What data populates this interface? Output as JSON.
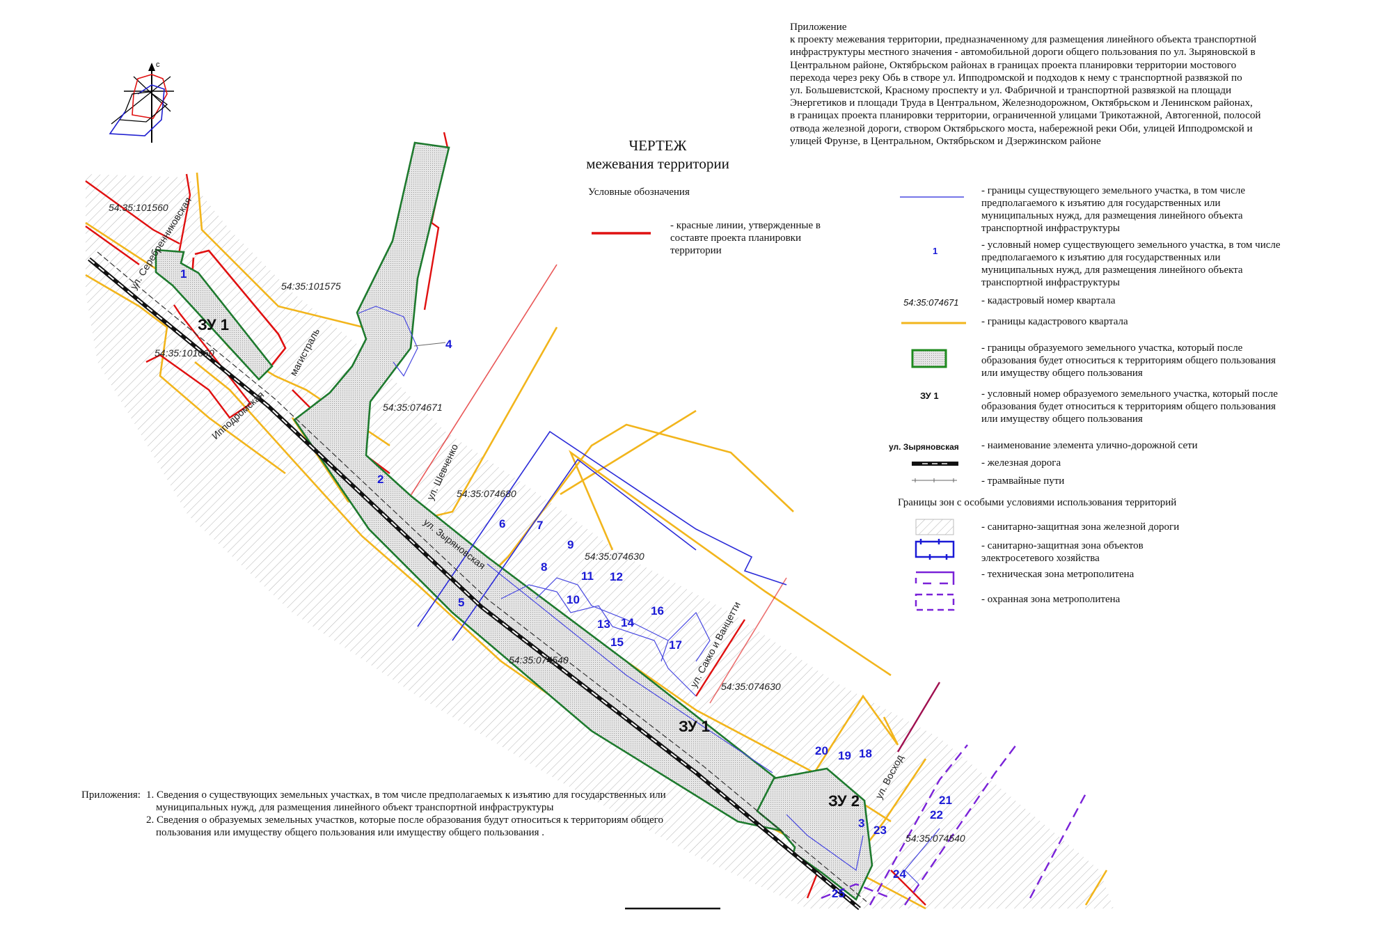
{
  "appendix": {
    "heading": "Приложение",
    "lines": [
      "к проекту межевания территории, предназначенному для размещения линейного объекта транспортной",
      "инфраструктуры местного значения - автомобильной дороги общего пользования по ул. Зыряновской в",
      "Центральном районе, Октябрьском районах в границах   проекта  планировки  территории мостового",
      "перехода через реку Обь в створе ул. Ипподромской и подходов к нему с транспортной развязкой   по",
      "ул. Большевистской, Красному  проспекту  и ул. Фабричной и транспортной   развязкой  на площади",
      "Энергетиков и площади Труда в Центральном, Железнодорожном, Октябрьском и Ленинском районах,",
      "в границах проекта планировки территории, ограниченной улицами Трикотажной, Автогенной, полосой",
      "отвода железной дороги, створом Октябрьского моста, набережной реки Оби,  улицей Ипподромской и",
      "улицей Фрунзе, в Центральном, Октябрьском и Дзержинском районе"
    ]
  },
  "title": {
    "line1": "ЧЕРТЕЖ",
    "line2": "межевания территории"
  },
  "legend": {
    "heading": "Условные обозначения",
    "zones_heading": "Границы зон с особыми условиями использования территорий",
    "items": [
      {
        "id": "red-lines",
        "text": "- красные линии, утвержденные в составте проекта планировки территории",
        "color": "#e01010"
      },
      {
        "id": "existing-parcel-border",
        "text": "- границы существующего земельного участка, в том числе предполагаемого к изъятию для государственных или муниципальных нужд, для размещения линейного объекта транспортной инфраструктуры",
        "color": "#4848e0"
      },
      {
        "id": "existing-parcel-number",
        "sample": "1",
        "text": "- условный номер существующего земельного участка, в том числе предполагаемого к изъятию для государственных или муниципальных нужд, для размещения линейного объекта транспортной инфраструктуры"
      },
      {
        "id": "cadastral-number",
        "sample": "54:35:074671",
        "text": "- кадастровый номер квартала"
      },
      {
        "id": "cadastral-border",
        "text": "- границы кадастрового квартала",
        "color": "#f2b51c"
      },
      {
        "id": "new-parcel-border",
        "text": "- границы образуемого земельного участка, который после образования будет относиться к территориям общего пользования или имуществу общего пользования",
        "color": "#1e8a1e"
      },
      {
        "id": "new-parcel-number",
        "sample": "ЗУ 1",
        "text": "- условный номер образуемого земельного участка, который после образования будет относиться к территориям общего пользования или имуществу общего пользования"
      },
      {
        "id": "street-name",
        "sample": "ул. Зыряновская",
        "text": "- наименование элемента улично-дорожной сети"
      },
      {
        "id": "railway",
        "text": "- железная дорога"
      },
      {
        "id": "tram",
        "text": "- трамвайные пути"
      },
      {
        "id": "rail-sanitary",
        "text": "- санитарно-защитная зона железной дороги"
      },
      {
        "id": "power-sanitary",
        "text": "- санитарно-защитная зона объектов электросетевого хозяйства",
        "color": "#1a1ad6"
      },
      {
        "id": "metro-tech",
        "text": "- техническая зона метрополитена",
        "color": "#7a22d8"
      },
      {
        "id": "metro-guard",
        "text": "- охранная зона метрополитена",
        "color": "#7a22d8"
      }
    ]
  },
  "notes": {
    "label": "Приложения:",
    "items": [
      "1. Сведения о существующих земельных участках, в том числе предполагаемых к изъятию для государственных или муниципальных нужд, для размещения линейного объект транспортной инфраструктуры",
      "2. Сведения о образуемых земельных участков, которые после образования будут относиться к территориям общего пользования  или имуществу общего пользования или  имуществу общего пользования ."
    ]
  },
  "compass": {
    "north_label": "с"
  },
  "map": {
    "cadastral_labels": [
      "54:35:101560",
      "54:35:101575",
      "54:35:101060",
      "54:35:074671",
      "54:35:074680",
      "54:35:074630",
      "54:35:074540",
      "54:35:074630",
      "54:35:074540"
    ],
    "parcel_numbers": [
      "1",
      "4",
      "2",
      "6",
      "7",
      "9",
      "8",
      "11",
      "12",
      "10",
      "5",
      "13",
      "14",
      "16",
      "15",
      "17",
      "20",
      "19",
      "18",
      "21",
      "22",
      "3",
      "23",
      "24",
      "25"
    ],
    "new_parcels": [
      "ЗУ 1",
      "ЗУ 1",
      "ЗУ 2"
    ],
    "streets": [
      "ул. Серебренниковская",
      "магистраль",
      "Ипподромская",
      "ул. Шевченко",
      "ул. Зыряновская",
      "ул. Сакко и Ванцетти",
      "ул. Восход"
    ]
  }
}
